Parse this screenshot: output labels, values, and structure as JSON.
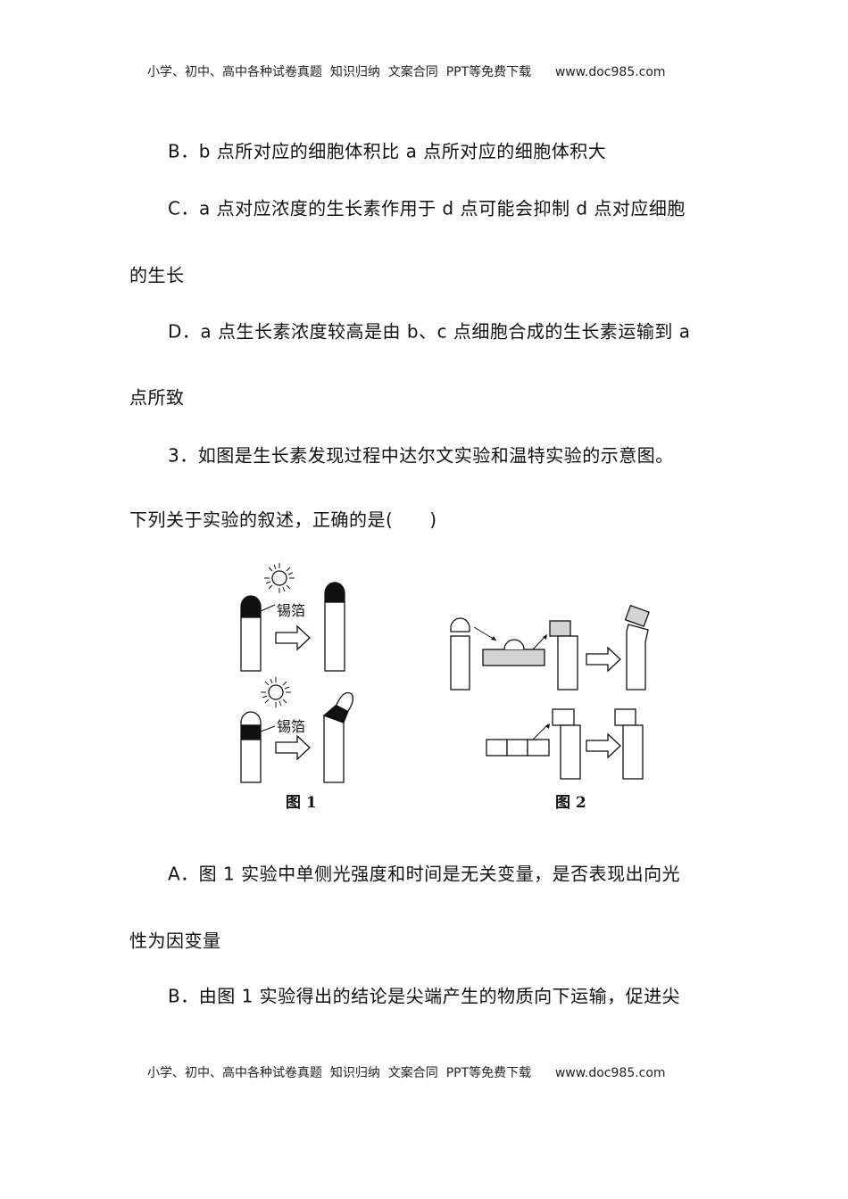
{
  "header": "小学、初中、高中各种试卷真题  知识归纳  文案合同  PPT等免费下载      www.doc985.com",
  "footer": "小学、初中、高中各种试卷真题  知识归纳  文案合同  PPT等免费下载      www.doc985.com",
  "lines": [
    "B．b 点所对应的细胞体积比 a 点所对应的细胞体积大",
    "C．a 点对应浓度的生长素作用于 d 点可能会抑制 d 点对应细胞",
    "的生长",
    "D．a 点生长素浓度较高是由 b、c 点细胞合成的生长素运输到 a",
    "点所致",
    "3．如图是生长素发现过程中达尔文实验和温特实验的示意图。",
    "下列关于实验的叙述，正确的是(　　)",
    "A．图 1 实验中单侧光强度和时间是无关变量，是否表现出向光",
    "性为因变量",
    "B．由图 1 实验得出的结论是尖端产生的物质向下运输，促进尖"
  ],
  "figure": {
    "foil_label": "锡箔",
    "fig1_caption": "图 1",
    "fig2_caption": "图 2"
  }
}
